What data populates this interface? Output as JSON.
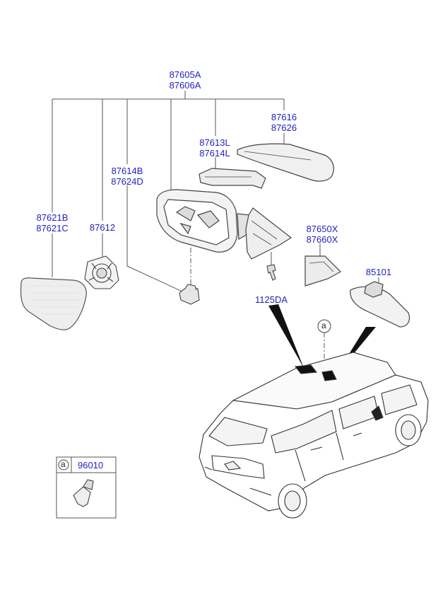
{
  "parts": {
    "housing_assy": [
      "87605A",
      "87606A"
    ],
    "cap": [
      "87616",
      "87626"
    ],
    "garnish": [
      "87613L",
      "87614L"
    ],
    "lamp": [
      "87614B",
      "87624D"
    ],
    "glass": [
      "87621B",
      "87621C"
    ],
    "actuator": "87612",
    "cover_triangle": [
      "87650X",
      "87660X"
    ],
    "screw": "1125DA",
    "inside_mirror": "85101"
  },
  "reference": {
    "marker": "a",
    "part": "96010"
  },
  "colors": {
    "part_number": "#1f1fbf",
    "line": "#555555"
  }
}
